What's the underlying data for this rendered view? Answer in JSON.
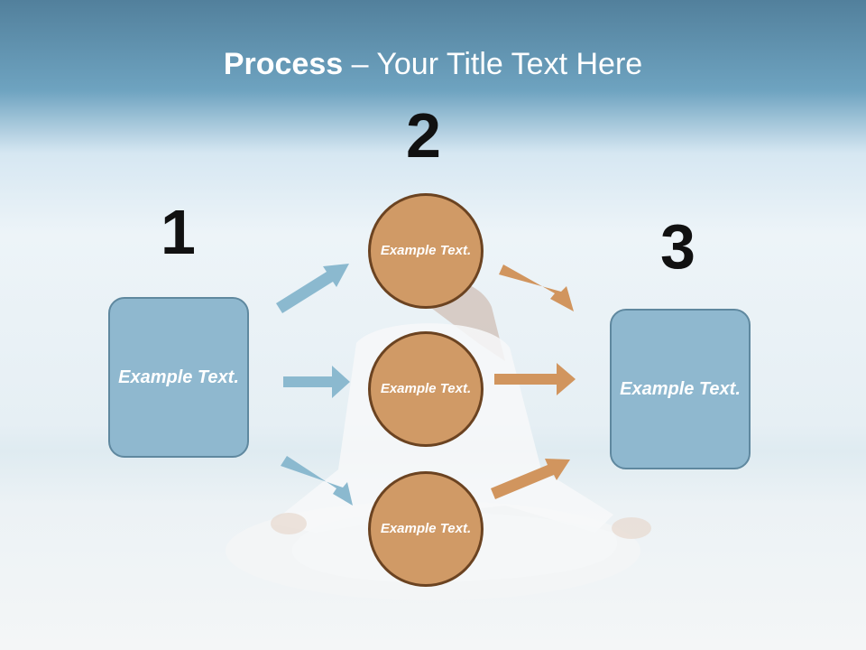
{
  "title": {
    "bold": "Process",
    "rest": " – Your Title Text Here"
  },
  "steps": [
    {
      "number": "1",
      "text": "Example Text."
    },
    {
      "number": "2",
      "items": [
        {
          "text": "Example Text."
        },
        {
          "text": "Example Text."
        },
        {
          "text": "Example Text."
        }
      ]
    },
    {
      "number": "3",
      "text": "Example Text."
    }
  ],
  "colors": {
    "box_fill": "#8fb8cf",
    "box_border": "#5f889f",
    "circle_fill": "#d09a66",
    "circle_border": "#6b4321",
    "blue_arrow": "#8bb9cf",
    "orange_arrow": "#d1955e"
  }
}
